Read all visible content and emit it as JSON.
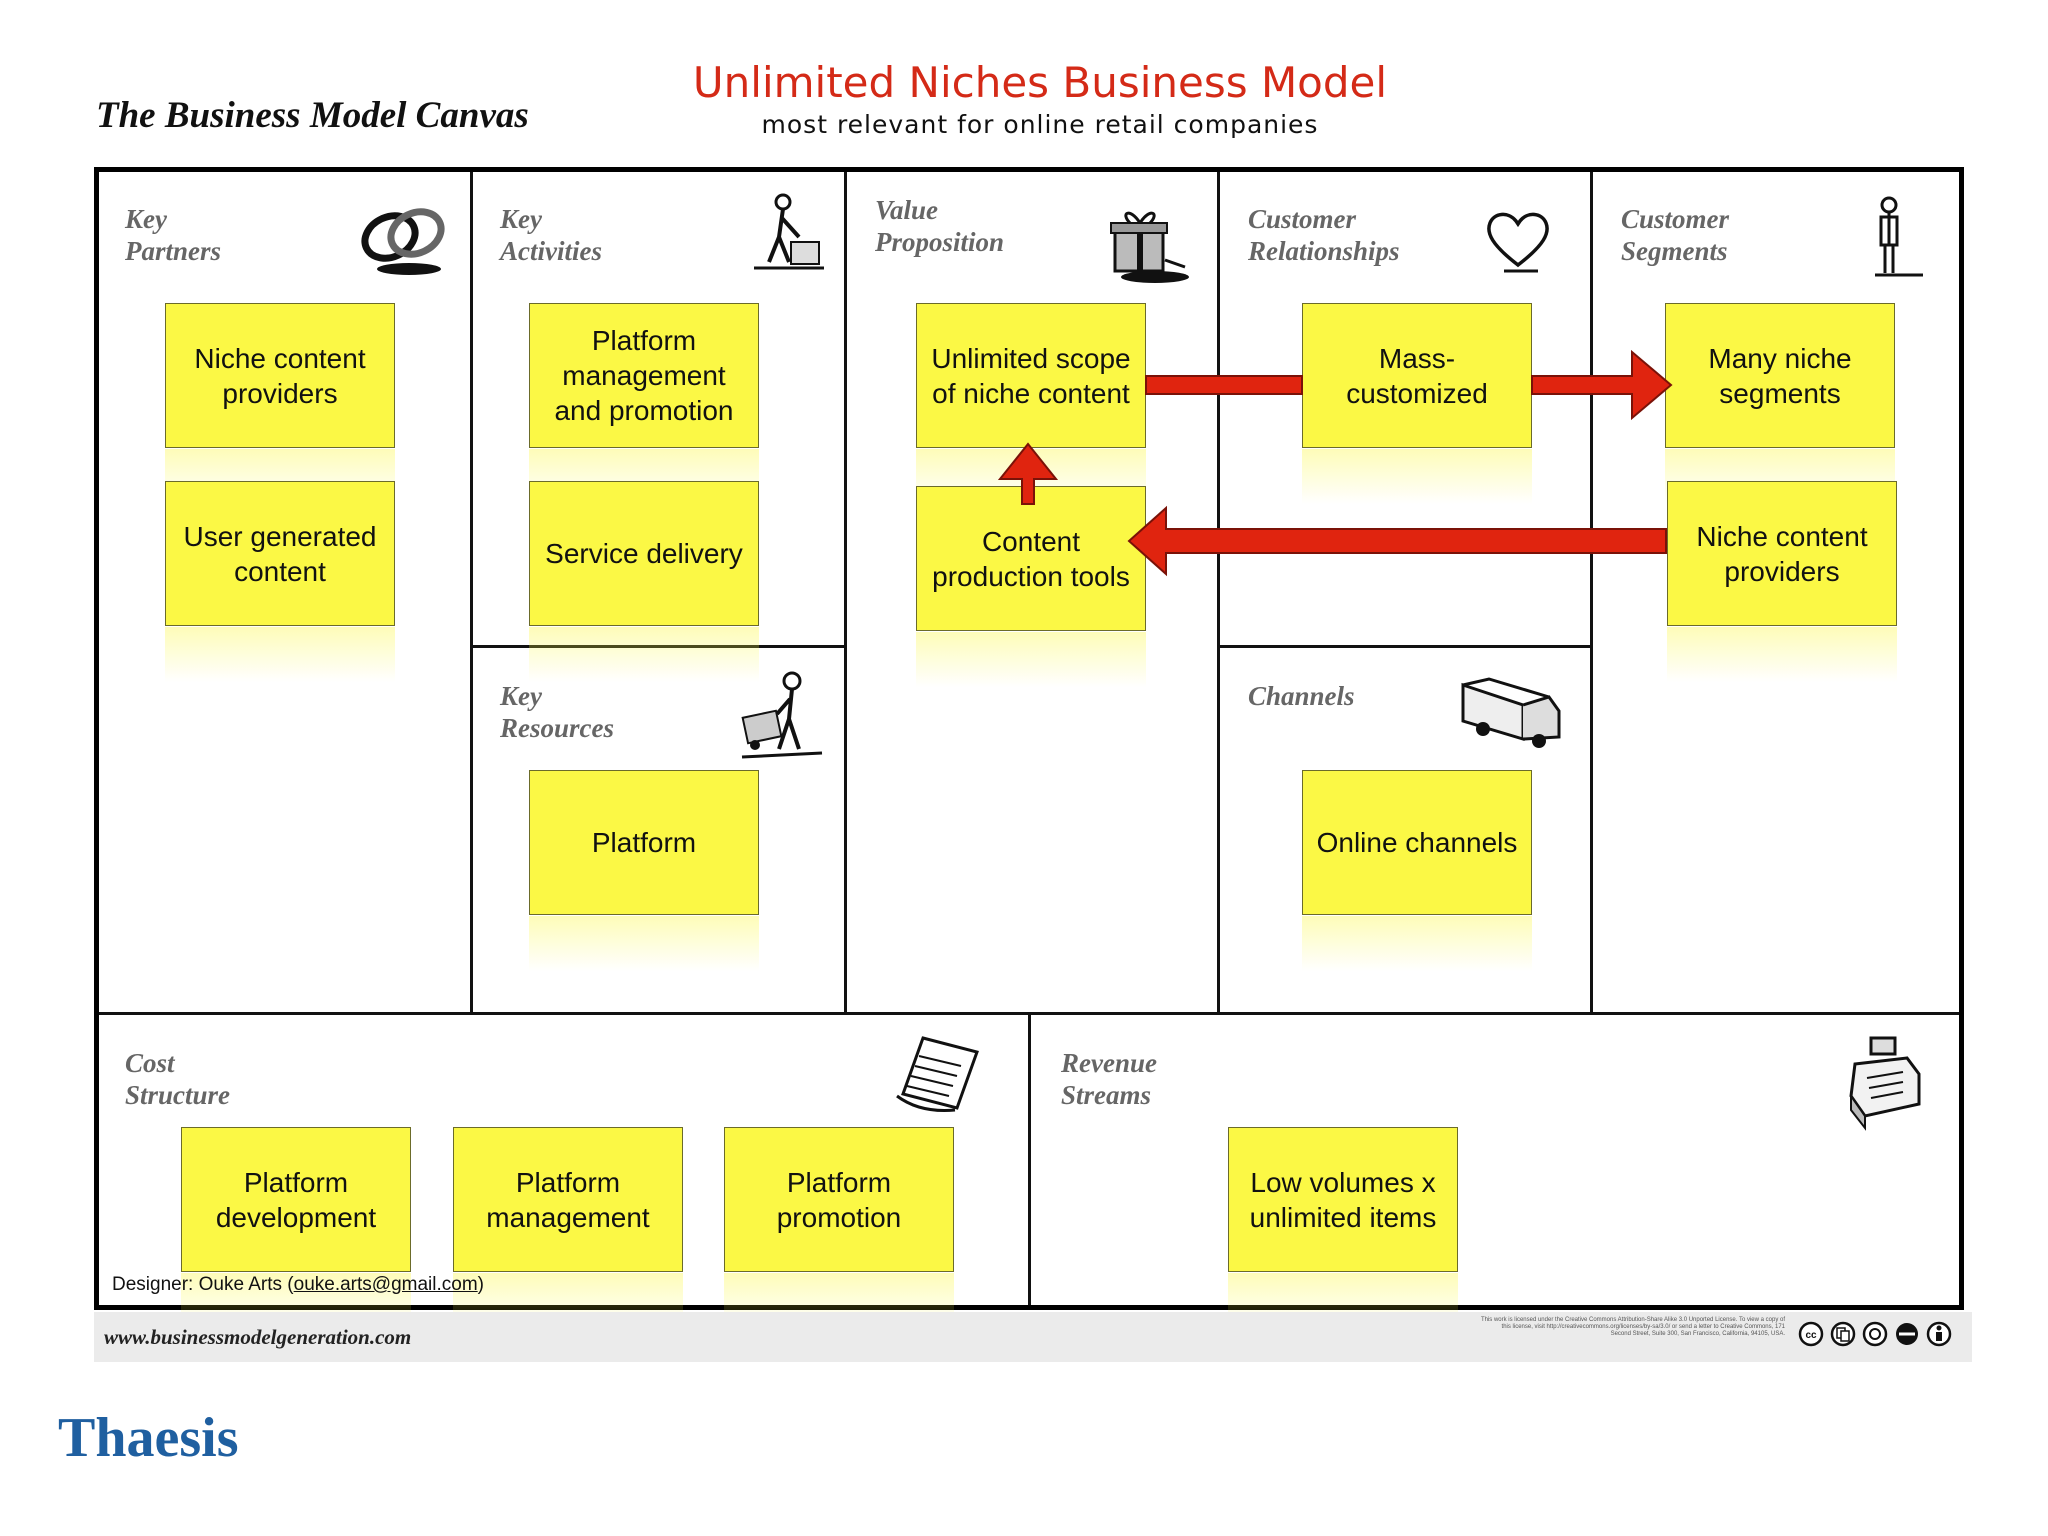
{
  "header": {
    "canvas_title": "The Business Model Canvas",
    "main_title": "Unlimited Niches Business Model",
    "subtitle": "most relevant for online retail companies"
  },
  "blocks": {
    "key_partners": {
      "line1": "Key",
      "line2": "Partners",
      "icon": "chain-link-icon",
      "notes": [
        "Niche content providers",
        "User generated content"
      ]
    },
    "key_activities": {
      "line1": "Key",
      "line2": "Activities",
      "icon": "worker-with-box-icon",
      "notes": [
        "Platform management and promotion",
        "Service delivery"
      ]
    },
    "key_resources": {
      "line1": "Key",
      "line2": "Resources",
      "icon": "worker-with-cart-icon",
      "notes": [
        "Platform"
      ]
    },
    "value_proposition": {
      "line1": "Value",
      "line2": "Proposition",
      "icon": "gift-box-icon",
      "notes": [
        "Unlimited scope of niche content",
        "Content production tools"
      ]
    },
    "customer_relationships": {
      "line1": "Customer",
      "line2": "Relationships",
      "icon": "heart-icon",
      "notes": [
        "Mass-customized"
      ]
    },
    "channels": {
      "line1": "Channels",
      "icon": "delivery-truck-icon",
      "notes": [
        "Online channels"
      ]
    },
    "customer_segments": {
      "line1": "Customer",
      "line2": "Segments",
      "icon": "person-standing-icon",
      "notes": [
        "Many niche segments",
        "Niche content providers"
      ]
    },
    "cost_structure": {
      "line1": "Cost",
      "line2": "Structure",
      "icon": "invoice-paper-icon",
      "notes": [
        "Platform development",
        "Platform management",
        "Platform promotion"
      ]
    },
    "revenue_streams": {
      "line1": "Revenue",
      "line2": "Streams",
      "icon": "cash-register-icon",
      "notes": [
        "Low volumes x unlimited items"
      ]
    }
  },
  "arrows": {
    "color": "#e0240f",
    "flows": [
      {
        "from": "Unlimited scope of niche content",
        "to": "Many niche segments",
        "via": "Mass-customized"
      },
      {
        "from": "Niche content providers",
        "to": "Content production tools"
      },
      {
        "from": "Content production tools",
        "to": "Unlimited scope of niche content"
      }
    ]
  },
  "footer": {
    "designer_prefix": "Designer: Ouke Arts (",
    "designer_email": "ouke.arts@gmail.com",
    "designer_suffix": ")",
    "website": "www.businessmodelgeneration.com",
    "license_text": "This work is licensed under the Creative Commons Attribution-Share Alike 3.0 Unported License. To view a copy of this license, visit http://creativecommons.org/licenses/by-sa/3.0/ or send a letter to Creative Commons, 171 Second Street, Suite 300, San Francisco, California, 94105, USA.",
    "license_icons": [
      "cc-icon",
      "copy-icon",
      "share-icon",
      "noncommercial-icon",
      "attribution-icon"
    ]
  },
  "brand": {
    "name": "Thaesis",
    "color": "#1f5fa0"
  },
  "note_color": "#fbf845"
}
